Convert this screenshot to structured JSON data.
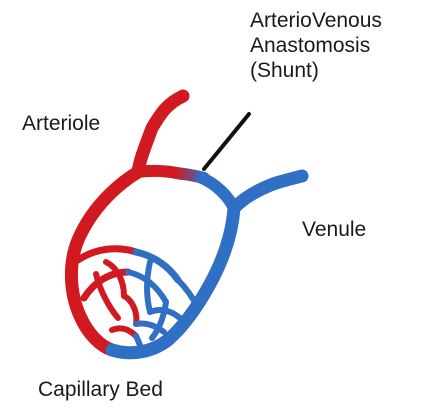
{
  "labels": {
    "shunt": [
      "ArterioVenous",
      "Anastomosis",
      "(Shunt)"
    ],
    "arteriole": "Arteriole",
    "venule": "Venule",
    "capillary_bed": "Capillary Bed"
  },
  "colors": {
    "artery": "#d11a1f",
    "vein": "#2f6fc4",
    "pointer": "#111111",
    "text": "#1a1a1a"
  }
}
